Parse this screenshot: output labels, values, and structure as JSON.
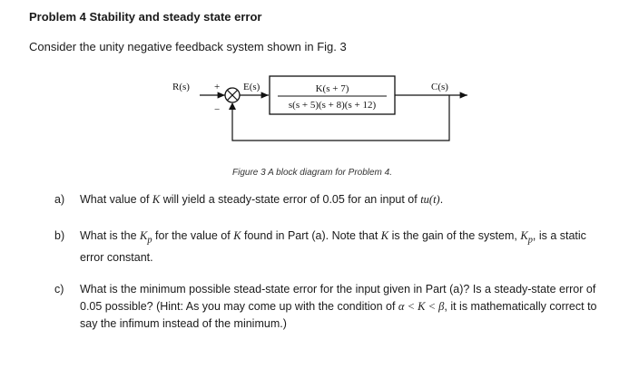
{
  "title": "Problem 4 Stability and steady state error",
  "intro": "Consider the unity negative feedback system shown in Fig. 3",
  "diagram": {
    "input": "R(s)",
    "plus": "+",
    "minus": "−",
    "error": "E(s)",
    "tf_num": "K(s + 7)",
    "tf_den": "s(s + 5)(s + 8)(s + 12)",
    "output": "C(s)"
  },
  "caption": "Figure 3 A block diagram for Problem 4.",
  "questions": {
    "a": {
      "label": "a)",
      "t1": "What value of ",
      "m1": "K",
      "t2": " will yield a steady-state error of 0.05 for an input of ",
      "m2": "tu(t)",
      "t3": "."
    },
    "b": {
      "label": "b)",
      "t1": "What is the ",
      "m1": "K",
      "s1": "p",
      "t2": " for the value of ",
      "m2": "K",
      "t3": " found in Part (a). Note that ",
      "m3": "K",
      "t4": " is the gain of the system, ",
      "m4": "K",
      "s2": "p",
      "t5": ", is a static error constant."
    },
    "c": {
      "label": "c)",
      "t1": "What is the minimum possible stead-state error for the input given in Part (a)? Is a steady-state error of 0.05 possible? (Hint: As you may come up with the condition of ",
      "m1": "α < K < β",
      "t2": ", it is mathematically correct to say the infimum instead of the minimum.)"
    }
  }
}
